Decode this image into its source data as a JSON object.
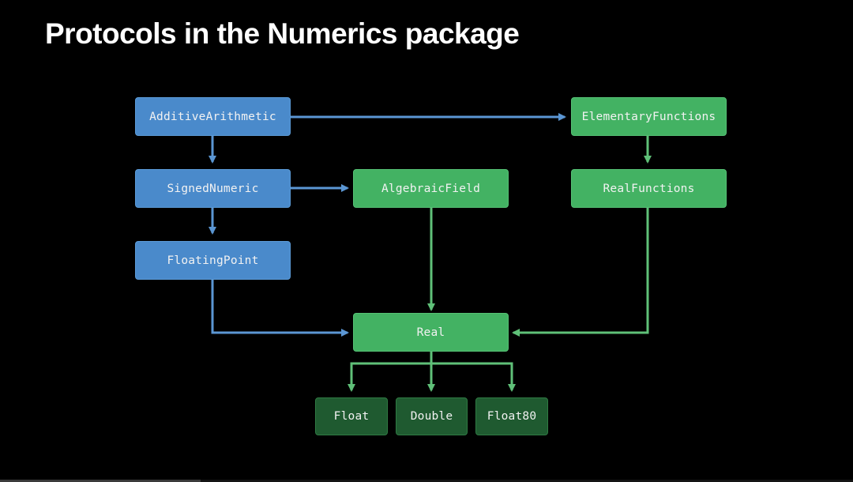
{
  "slide": {
    "title": "Protocols in the Numerics package"
  },
  "colors": {
    "background": "#000000",
    "blue_protocol": "#4a8acb",
    "green_protocol": "#43b263",
    "concrete_type": "#1f5a30",
    "blue_arrow": "#5b96d3",
    "green_arrow": "#5fc078"
  },
  "nodes": {
    "additive_arithmetic": "AdditiveArithmetic",
    "signed_numeric": "SignedNumeric",
    "floating_point": "FloatingPoint",
    "elementary_functions": "ElementaryFunctions",
    "algebraic_field": "AlgebraicField",
    "real_functions": "RealFunctions",
    "real": "Real",
    "float": "Float",
    "double": "Double",
    "float80": "Float80"
  },
  "edges": [
    {
      "from": "AdditiveArithmetic",
      "to": "SignedNumeric",
      "color": "blue"
    },
    {
      "from": "AdditiveArithmetic",
      "to": "ElementaryFunctions",
      "color": "blue"
    },
    {
      "from": "SignedNumeric",
      "to": "AlgebraicField",
      "color": "blue"
    },
    {
      "from": "SignedNumeric",
      "to": "FloatingPoint",
      "color": "blue"
    },
    {
      "from": "FloatingPoint",
      "to": "Real",
      "color": "blue"
    },
    {
      "from": "ElementaryFunctions",
      "to": "RealFunctions",
      "color": "green"
    },
    {
      "from": "AlgebraicField",
      "to": "Real",
      "color": "green"
    },
    {
      "from": "RealFunctions",
      "to": "Real",
      "color": "green"
    },
    {
      "from": "Real",
      "to": "Float",
      "color": "green"
    },
    {
      "from": "Real",
      "to": "Double",
      "color": "green"
    },
    {
      "from": "Real",
      "to": "Float80",
      "color": "green"
    }
  ],
  "playback": {
    "progress_percent": 23.5
  }
}
